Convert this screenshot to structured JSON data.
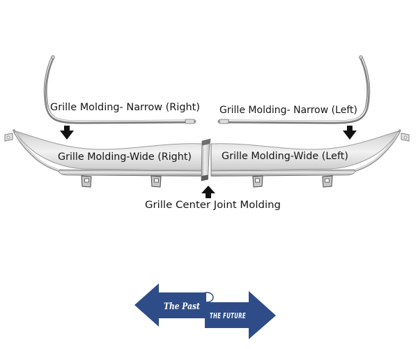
{
  "image": {
    "type": "auto-part-diagram",
    "background": "#ffffff",
    "subject": "grille molding set"
  },
  "part_labels": {
    "narrow_right": "Grille Molding- Narrow (Right)",
    "narrow_left": "Grille Molding- Narrow (Left)",
    "wide_right": "Grille Molding-Wide (Right)",
    "wide_left": "Grille Molding-Wide (Left)",
    "center_joint": "Grille Center Joint Molding"
  },
  "pointer_arrows": {
    "count": 3,
    "color": "#111111",
    "directions": [
      "down",
      "down",
      "up"
    ]
  },
  "logo": {
    "past_label": "The Past",
    "future_label": "The Future",
    "arrow_color": "#2e4c88",
    "text_color": "#ffffff"
  },
  "colors": {
    "label_text": "#151515",
    "chrome_light": "#f1f1f1",
    "chrome_mid": "#c9c9c9",
    "chrome_dark": "#8a8a8a"
  }
}
